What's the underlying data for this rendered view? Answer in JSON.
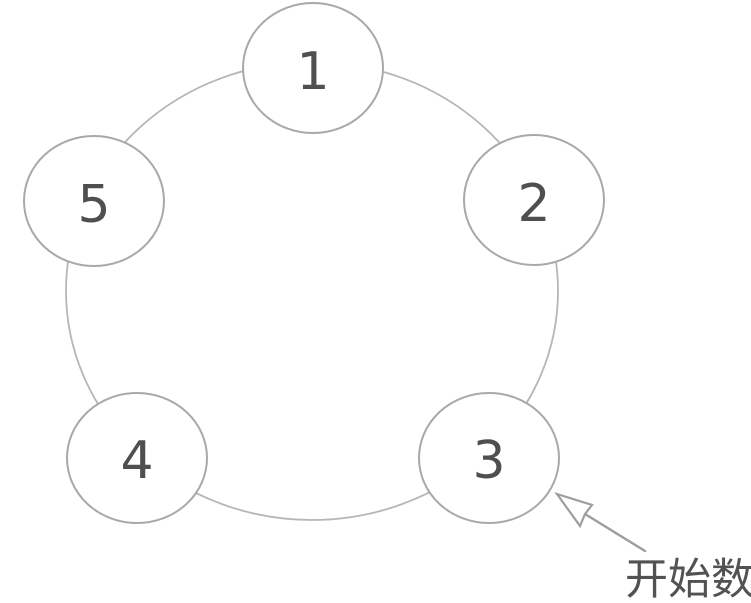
{
  "diagram": {
    "type": "counting-circle",
    "nodes": [
      {
        "label": "1",
        "position": "top"
      },
      {
        "label": "2",
        "position": "right"
      },
      {
        "label": "3",
        "position": "bottom-right"
      },
      {
        "label": "4",
        "position": "bottom-left"
      },
      {
        "label": "5",
        "position": "left"
      }
    ],
    "annotation": {
      "label": "开始数",
      "points_to_node": "3"
    },
    "colors": {
      "background": "#ffffff",
      "ring": "#b6b6b6",
      "node_stroke": "#a9a9a9",
      "node_fill": "#ffffff",
      "number": "#4f4f4f",
      "arrow": "#9e9e9e",
      "annotation_text": "#525252"
    }
  }
}
